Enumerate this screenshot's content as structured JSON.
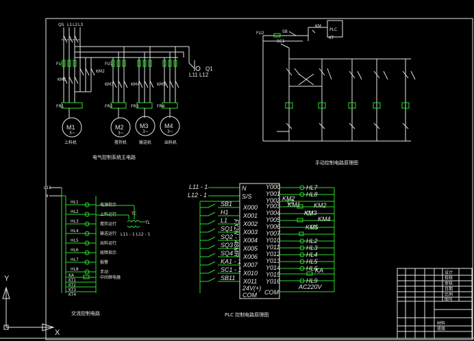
{
  "titles": {
    "main_circuit": "电气控制系统主电路",
    "manual_control": "手动控制电路原理图",
    "ac_control": "交流控制电路",
    "plc_principle": "PLC 控制电路原理图"
  },
  "motors": [
    {
      "id": "M1",
      "sub": "3~"
    },
    {
      "id": "M2",
      "sub": "3~"
    },
    {
      "id": "M3",
      "sub": "3~"
    },
    {
      "id": "M4",
      "sub": "3~"
    }
  ],
  "main_labels": {
    "qs": "QS",
    "rail_labels": [
      "L1",
      "L2",
      "L3"
    ],
    "fuse_top": "FU1",
    "fuse_left": "FU",
    "km_labels": [
      "KM1",
      "KM2",
      "KM3",
      "KM4",
      "KM5"
    ],
    "fr_labels": [
      "FR1",
      "FR2",
      "FR3",
      "FR4"
    ],
    "motor_captions": [
      "上料机",
      "搅拌机",
      "输送机",
      "出料机"
    ]
  },
  "transformer": {
    "q": "Q1",
    "lines": "L11  L12"
  },
  "manual_labels": {
    "km": "KM",
    "plc": "PLC",
    "kt": "KT",
    "pre": "FU2",
    "sb_top": "SB",
    "sc1": "SC1"
  },
  "plc": {
    "left_top": [
      "L11 - 1",
      "L12 - 1"
    ],
    "inputs": [
      "SB1",
      "H1",
      "L1",
      "SQ1",
      "SQ2",
      "SQ3",
      "SQ4",
      "KA1 - 1",
      "SC1 - 1",
      "SB11"
    ],
    "terminals_left": [
      "N",
      "S/S",
      "X000",
      "X001",
      "X002",
      "X003",
      "X004",
      "X005",
      "X006",
      "X007",
      "X010",
      "X011"
    ],
    "power": "24V(+)",
    "com": "COM",
    "com_right": "COM",
    "model": "FX2N - 48MR",
    "terminals_right": [
      "Y000",
      "Y001",
      "Y002",
      "Y003",
      "Y004",
      "Y005",
      "Y006",
      "Y007",
      "Y010",
      "Y011",
      "Y012",
      "Y013",
      "Y014",
      "Y015",
      "Y016"
    ],
    "outputs": [
      "HL7",
      "HL8",
      "KM2",
      "KM1",
      "KM2",
      "KM3",
      "KM4",
      "KM5",
      "HL2",
      "HL3",
      "HL4",
      "HL5",
      "HL6",
      "KA",
      "HL9"
    ],
    "ac_label": "AC220V"
  },
  "ac_circuit": {
    "left_labels": [
      "L11",
      "N"
    ],
    "rows": [
      "HL1",
      "HL2",
      "HL3",
      "HL4",
      "HL5",
      "HL6",
      "HL7",
      "HL8",
      "KA",
      "KT1",
      "KT2",
      "KT3",
      "KT4"
    ],
    "row_captions": [
      "电源指示",
      "上料运行",
      "搅拌运行",
      "输送运行",
      "出料运行",
      "故障指示",
      "报警",
      "手动",
      "中间继电器"
    ],
    "tc": "TC",
    "tc_out": "L11 - 1    L12 - 1",
    "tl": "TL"
  },
  "ucs": {
    "x": "X",
    "y": "Y"
  },
  "title_block": {
    "rows": [
      "设计",
      "校核",
      "审核",
      "日期",
      "比例",
      "图号",
      "材料",
      "班级"
    ]
  }
}
